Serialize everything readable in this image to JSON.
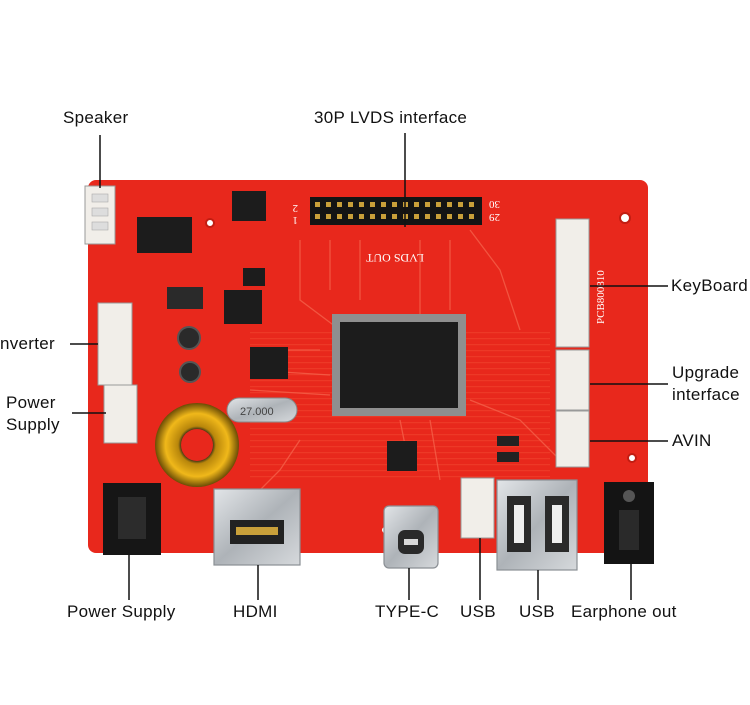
{
  "labels": {
    "speaker": "Speaker",
    "lvds_interface": "30P LVDS interface",
    "keyboard": "KeyBoard",
    "inverter": "nverter",
    "power_supply_side_line1": "Power",
    "power_supply_side_line2": "Supply",
    "upgrade_line1": "Upgrade",
    "upgrade_line2": "interface",
    "avin": "AVIN",
    "power_supply_bottom": "Power Supply",
    "hdmi": "HDMI",
    "type_c": "TYPE-C",
    "usb_1": "USB",
    "usb_2": "USB",
    "earphone_out": "Earphone out"
  },
  "board_silkscreen": {
    "lvds_out": "LVDS OUT",
    "pin_2": "2",
    "pin_30": "30",
    "pin_1": "1",
    "pin_29": "29",
    "crystal": "27.000",
    "model": "PCB800810"
  },
  "colors": {
    "board": "#e8281c",
    "chip": "#1c1c1c",
    "connector": "#f1eee9",
    "metal": "#bfc3c7",
    "leader": "#111111"
  }
}
